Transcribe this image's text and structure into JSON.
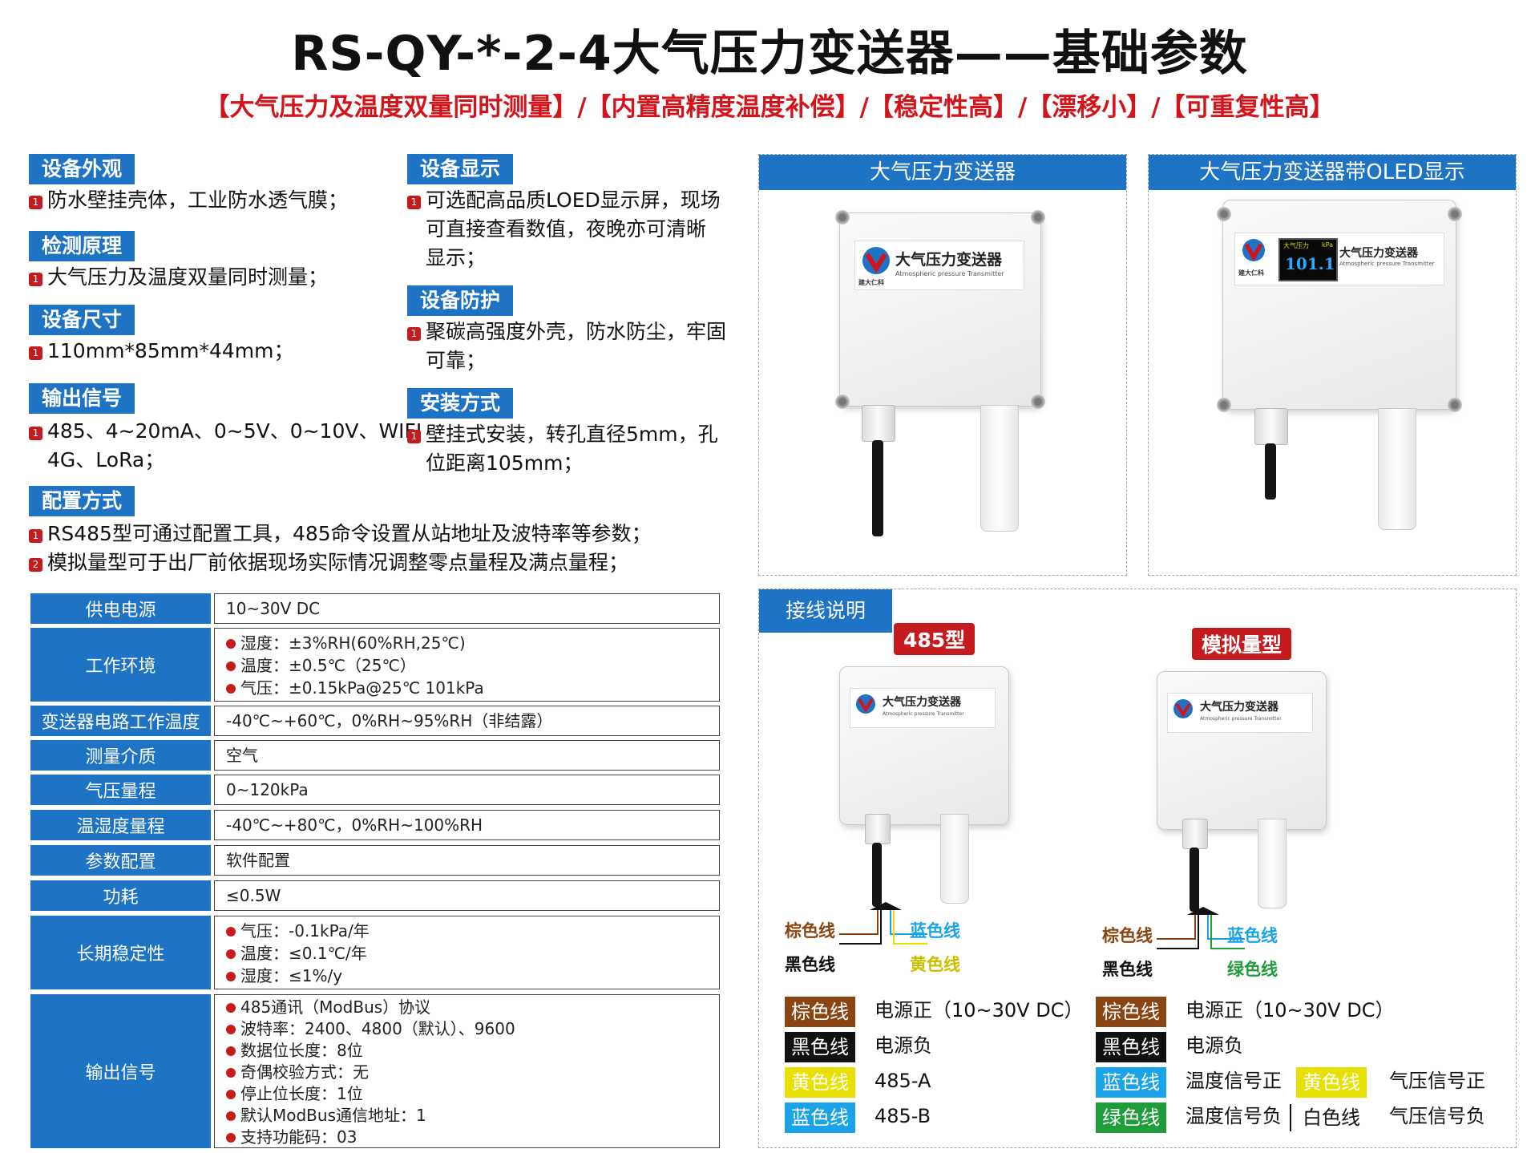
{
  "title": "RS-QY-*-2-4大气压力变送器——基础参数",
  "subtitle": "【大气压力及温度双量同时测量】/【内置高精度温度补偿】/【稳定性高】/【漂移小】/【可重复性高】",
  "features": {
    "appearance": {
      "tag": "设备外观",
      "items": [
        "防水壁挂壳体，工业防水透气膜；"
      ]
    },
    "principle": {
      "tag": "检测原理",
      "items": [
        "大气压力及温度双量同时测量；"
      ]
    },
    "size": {
      "tag": "设备尺寸",
      "items": [
        "110mm*85mm*44mm；"
      ]
    },
    "output": {
      "tag": "输出信号",
      "line1": "485、4~20mA、0~5V、0~10V、WIFI",
      "line2": "4G、LoRa；"
    },
    "config": {
      "tag": "配置方式",
      "items": [
        "RS485型可通过配置工具，485命令设置从站地址及波特率等参数；",
        "模拟量型可于出厂前依据现场实际情况调整零点量程及满点量程；"
      ]
    },
    "display": {
      "tag": "设备显示",
      "line1": "可选配高品质LOED显示屏，现场",
      "line2": "可直接查看数值，夜晚亦可清晰",
      "line3": "显示；"
    },
    "protection": {
      "tag": "设备防护",
      "line1": "聚碳高强度外壳，防水防尘，牢固",
      "line2": "可靠；"
    },
    "install": {
      "tag": "安装方式",
      "line1": "壁挂式安装，转孔直径5mm，孔",
      "line2": "位距离105mm；"
    },
    "markers": [
      "1",
      "2"
    ]
  },
  "specs": [
    {
      "key": "供电电源",
      "values": [
        "10~30V DC"
      ]
    },
    {
      "key": "工作环境",
      "values": [
        "湿度：±3%RH(60%RH,25℃)",
        "温度：±0.5℃（25℃）",
        "气压：±0.15kPa@25℃ 101kPa"
      ]
    },
    {
      "key": "变送器电路工作温度",
      "values": [
        "-40℃~+60℃，0%RH~95%RH（非结露）"
      ]
    },
    {
      "key": "测量介质",
      "values": [
        "空气"
      ]
    },
    {
      "key": "气压量程",
      "values": [
        "0~120kPa"
      ]
    },
    {
      "key": "温湿度量程",
      "values": [
        "-40℃~+80℃，0%RH~100%RH"
      ]
    },
    {
      "key": "参数配置",
      "values": [
        "软件配置"
      ]
    },
    {
      "key": "功耗",
      "values": [
        "≤0.5W"
      ]
    },
    {
      "key": "长期稳定性",
      "values": [
        "气压：-0.1kPa/年",
        "温度：≤0.1℃/年",
        "湿度：≤1%/y"
      ]
    },
    {
      "key": "输出信号",
      "values": [
        "485通讯（ModBus）协议",
        "波特率：2400、4800（默认）、9600",
        "数据位长度：8位",
        "奇偶校验方式：无",
        "停止位长度：1位",
        "默认ModBus通信地址：1",
        "支持功能码：03"
      ]
    }
  ],
  "panels": {
    "left_title": "大气压力变送器",
    "right_title": "大气压力变送器带OLED显示",
    "device_label": "大气压力变送器",
    "device_label_en": "Atmospheric pressure Transmitter",
    "brand": "建大仁科",
    "oled_value": "101.1",
    "oled_caption": "大气压力",
    "oled_unit": "kPa"
  },
  "wiring": {
    "title": "接线说明",
    "type485": "485型",
    "typeAnalog": "模拟量型",
    "wires485": {
      "brown": "棕色线",
      "blue": "蓝色线",
      "black": "黑色线",
      "yellow": "黄色线"
    },
    "wiresAnalog": {
      "brown": "棕色线",
      "blue": "蓝色线",
      "black": "黑色线",
      "green": "绿色线"
    },
    "legend485": [
      {
        "swatch": "棕色线",
        "desc": "电源正（10~30V DC）"
      },
      {
        "swatch": "黑色线",
        "desc": "电源负"
      },
      {
        "swatch": "黄色线",
        "desc": "485-A"
      },
      {
        "swatch": "蓝色线",
        "desc": "485-B"
      }
    ],
    "legendAnalog": [
      {
        "swatch": "棕色线",
        "desc": "电源正（10~30V DC）"
      },
      {
        "swatch": "黑色线",
        "desc": "电源负"
      },
      {
        "swatch": "蓝色线",
        "desc": "温度信号正",
        "swatch2": "黄色线",
        "desc2": "气压信号正"
      },
      {
        "swatch": "绿色线",
        "desc": "温度信号负",
        "swatch2": "白色线",
        "desc2": "气压信号负"
      }
    ]
  },
  "colors": {
    "accent": "#1e73c5",
    "red": "#d3141b",
    "brown": "#8b4513",
    "black": "#111111",
    "yellow": "#e8e000",
    "blue": "#1aa3e8",
    "green": "#1f9d3a"
  }
}
